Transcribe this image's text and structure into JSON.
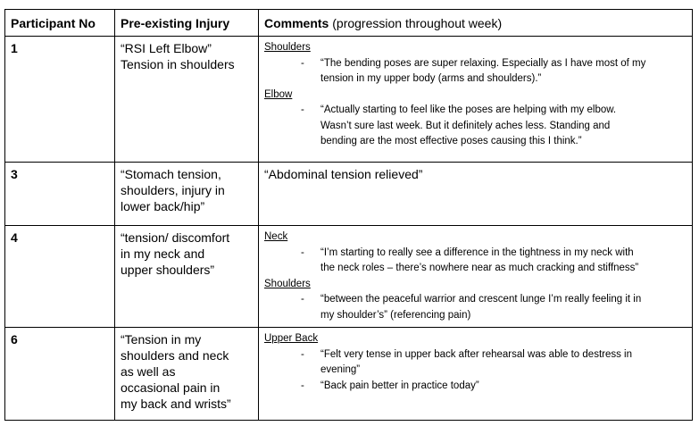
{
  "colors": {
    "background": "#ffffff",
    "text": "#000000",
    "table_border": "#000000"
  },
  "table": {
    "bullet_marker": "-",
    "header": {
      "participant_no": "Participant No",
      "injury": "Pre-existing Injury",
      "comments_bold": "Comments",
      "comments_rest": " (progression throughout week)"
    },
    "rows": [
      {
        "no": "1",
        "injury": "“RSI Left Elbow”\nTension in shoulders",
        "comments": {
          "sections": [
            {
              "heading": "Shoulders",
              "bullets": [
                "“The bending poses are super relaxing. Especially as I have most of my\ntension in my upper body (arms and shoulders).”"
              ]
            },
            {
              "heading": "Elbow",
              "bullets": [
                "“Actually starting to feel like the poses are helping with my elbow.\nWasn’t sure last week. But it definitely aches less. Standing and\nbending are the most effective poses causing this I think.”"
              ]
            }
          ]
        }
      },
      {
        "no": "3",
        "injury": "“Stomach tension,\nshoulders, injury in\nlower back/hip”",
        "comments": {
          "plain": "“Abdominal tension relieved”"
        }
      },
      {
        "no": "4",
        "injury": "“tension/ discomfort\nin my neck and\nupper shoulders”",
        "comments": {
          "sections": [
            {
              "heading": "Neck",
              "bullets": [
                "“I’m starting to really see a difference in the tightness in my neck with\nthe neck roles – there’s nowhere near as much cracking and stiffness”"
              ]
            },
            {
              "heading": "Shoulders",
              "bullets": [
                "“between the peaceful warrior and crescent lunge I’m really feeling it in\nmy shoulder’s” (referencing pain)"
              ]
            }
          ]
        }
      },
      {
        "no": "6",
        "injury": "“Tension in my\nshoulders and neck\nas well as\noccasional pain in\nmy back and wrists”",
        "comments": {
          "sections": [
            {
              "heading": "Upper Back",
              "bullets": [
                "“Felt very tense in upper back after rehearsal was able to destress in\nevening”",
                "“Back pain better in practice today”"
              ]
            }
          ]
        }
      }
    ]
  }
}
